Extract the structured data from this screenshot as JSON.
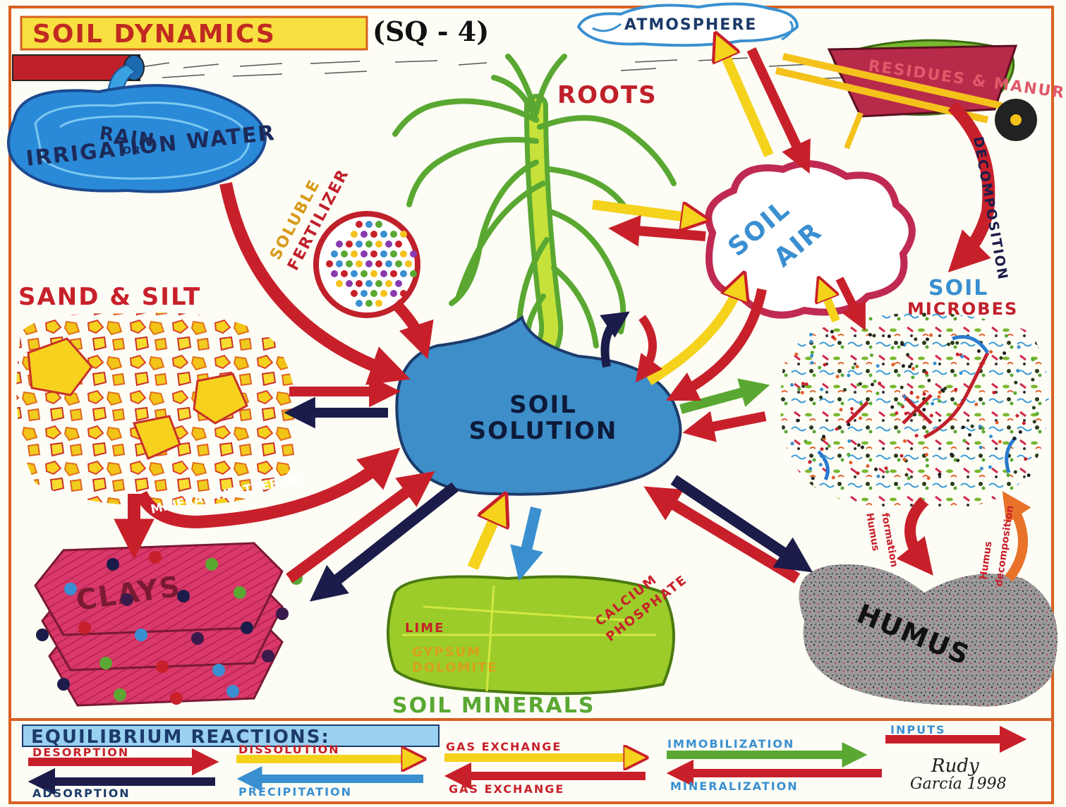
{
  "header": {
    "title": "SOIL DYNAMICS",
    "code": "(SQ - 4)"
  },
  "sources": {
    "atmosphere": "ATMOSPHERE",
    "residues": "RESIDUES & MANURE",
    "roots": "ROOTS",
    "water_top": "RAIN",
    "water_mid": "OR",
    "water_bottom": "IRRIGATION WATER",
    "fertilizer_1": "SOLUBLE",
    "fertilizer_2": "FERTILIZER",
    "sand_silt": "SAND & SILT",
    "soil_air_1": "SOIL",
    "soil_air_2": "AIR",
    "microbes_1": "SOIL",
    "microbes_2": "MICROBES",
    "decomposition": "DECOMPOSITION",
    "solution_1": "SOIL",
    "solution_2": "SOLUTION",
    "mineral_weathering": "MINERAL WEATHERING",
    "clays": "CLAYS",
    "soil_minerals": "SOIL MINERALS",
    "lime": "LIME",
    "gypsum": "GYPSUM",
    "dolomite": "DOLOMITE",
    "calcium": "CALCIUM",
    "phosphate": "PHOSPHATE",
    "humus": "HUMUS",
    "humus_formation_1": "Humus",
    "humus_formation_2": "formation",
    "humus_decomp_1": "Humus",
    "humus_decomp_2": "decomposition"
  },
  "legend": {
    "heading": "EQUILIBRIUM REACTIONS:",
    "desorption": "DESORPTION",
    "adsorption": "ADSORPTION",
    "dissolution": "DISSOLUTION",
    "precipitation": "PRECIPITATION",
    "gas_exchange_in": "GAS EXCHANGE",
    "gas_exchange_out": "GAS EXCHANGE",
    "immobilization": "IMMOBILIZATION",
    "mineralization": "MINERALIZATION",
    "inputs": "INPUTS"
  },
  "signature": {
    "name": "Rudy",
    "line2": "García 1998"
  },
  "colors": {
    "red_arrow": "#c8202a",
    "navy_arrow": "#1c1c4a",
    "yellow_arrow": "#f5d21c",
    "blue_arrow": "#3a8fd0",
    "green_arrow": "#5aa832",
    "solution_fill": "#3d8ec9",
    "clay_fill": "#d23a6a",
    "humus_fill": "#8a8a8a",
    "minerals_fill": "#9ccc2a",
    "title_box": "#f8e040"
  }
}
